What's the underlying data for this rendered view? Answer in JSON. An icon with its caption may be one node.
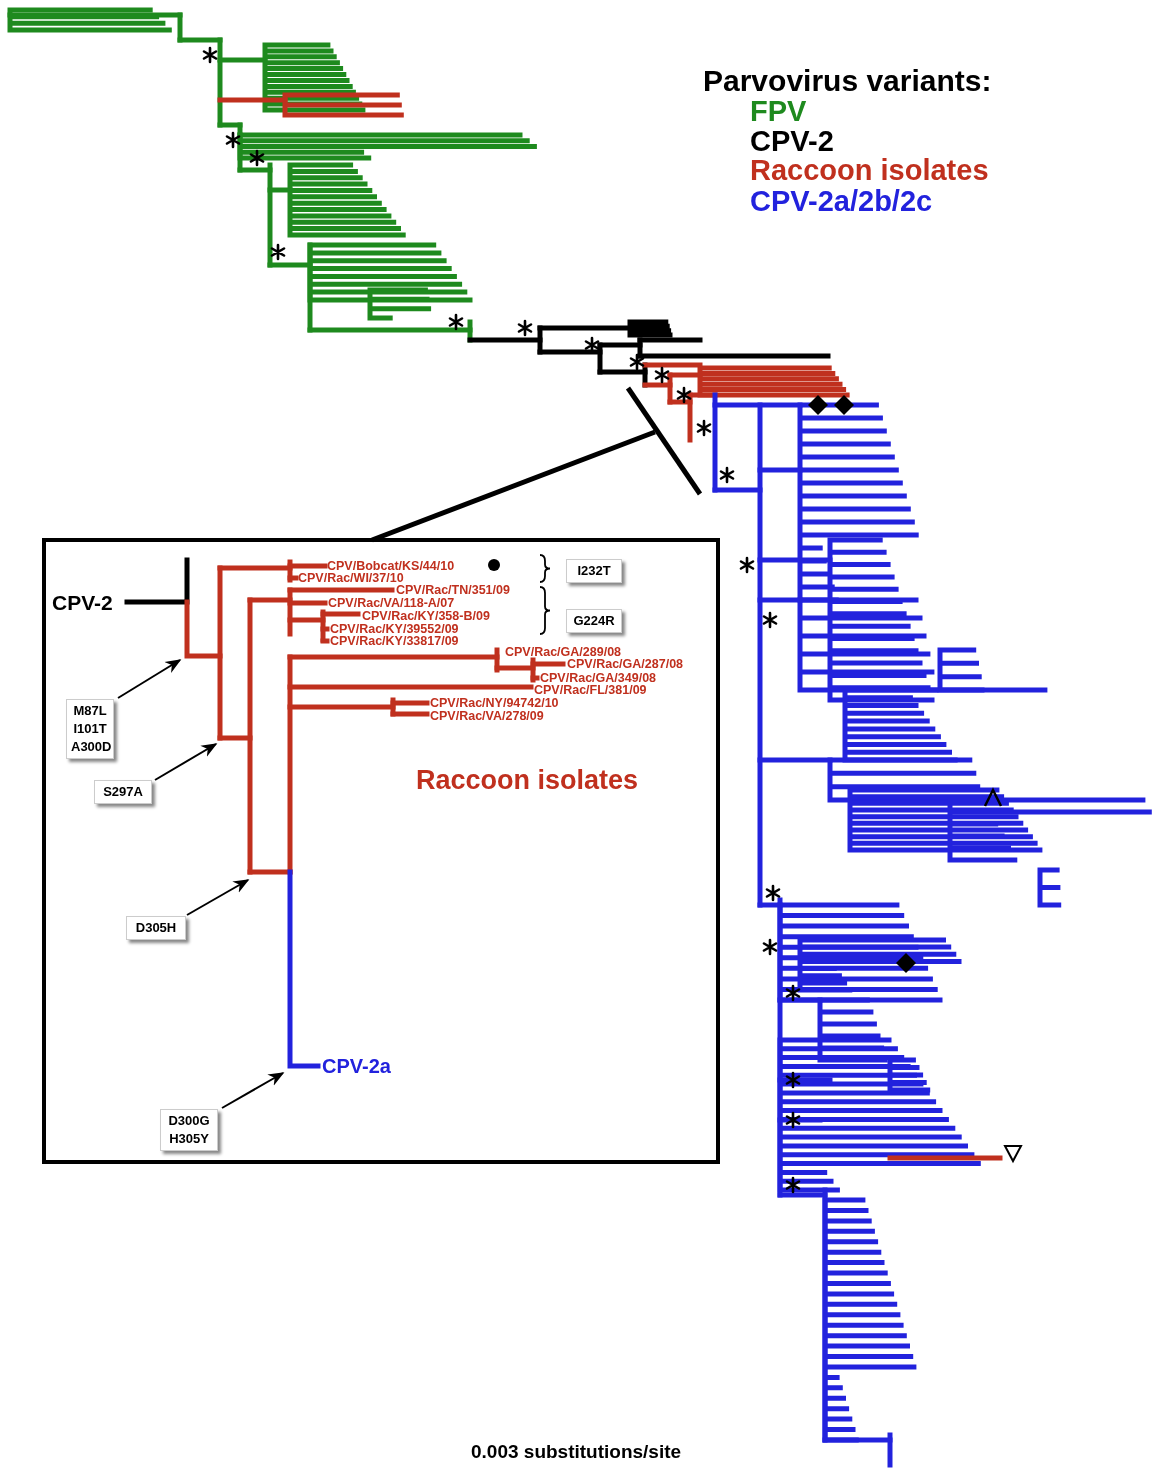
{
  "diagram": {
    "nodes": [
      {
        "text": [],
        "shape": "box"
      },
      {
        "text": [
          "I232T"
        ],
        "in": 0
      },
      {
        "text": [
          "G224R"
        ],
        "in": 0
      },
      {
        "text": [
          "M87L I101T A300D"
        ],
        "in": 0
      },
      {
        "text": [
          "S297A"
        ],
        "in": 0
      },
      {
        "text": [
          "D305H"
        ],
        "in": 0
      },
      {
        "text": [
          "D300G H305Y"
        ],
        "in": 0
      }
    ],
    "edges": [
      {
        "from": 3,
        "to": null,
        "arrow": "to"
      },
      {
        "from": 4,
        "to": null,
        "arrow": "to"
      },
      {
        "from": 5,
        "to": null,
        "arrow": "to"
      },
      {
        "from": 6,
        "to": null,
        "arrow": "to"
      }
    ],
    "labels": [
      "Parvovirus variants:",
      "CPV/Bobcat/KS/44/10",
      "CPV/Rac/WI/37/10",
      "CPV/Rac/TN/351/09",
      "CPV-2",
      "CPV/Rac/VA/118-A/07",
      "CPV/Rac/KY/358-B/09",
      "CPV/Rac/KY/39552/09",
      "CPV/Rac/KY/33817/09",
      "CPV/Rac/GA/289/08",
      "CPV/Rac/GA/287/08",
      "CPV/Rac/GA/349/08",
      "CPV/Rac/FL/381/09",
      "CPV/Rac/NY/94742/10",
      "CPV/Rac/VA/278/09",
      "Raccoon isolates",
      "CPV-2a",
      "0.003 substitutions/site"
    ],
    "legend": [
      {
        "text": "FPV",
        "color": "#1e8a1e"
      },
      {
        "text": "CPV-2",
        "color": "#000000"
      },
      {
        "text": "Raccoon isolates",
        "color": "#c0301e"
      },
      {
        "text": "CPV-2a/2b/2c",
        "color": "#2222dd"
      }
    ]
  }
}
